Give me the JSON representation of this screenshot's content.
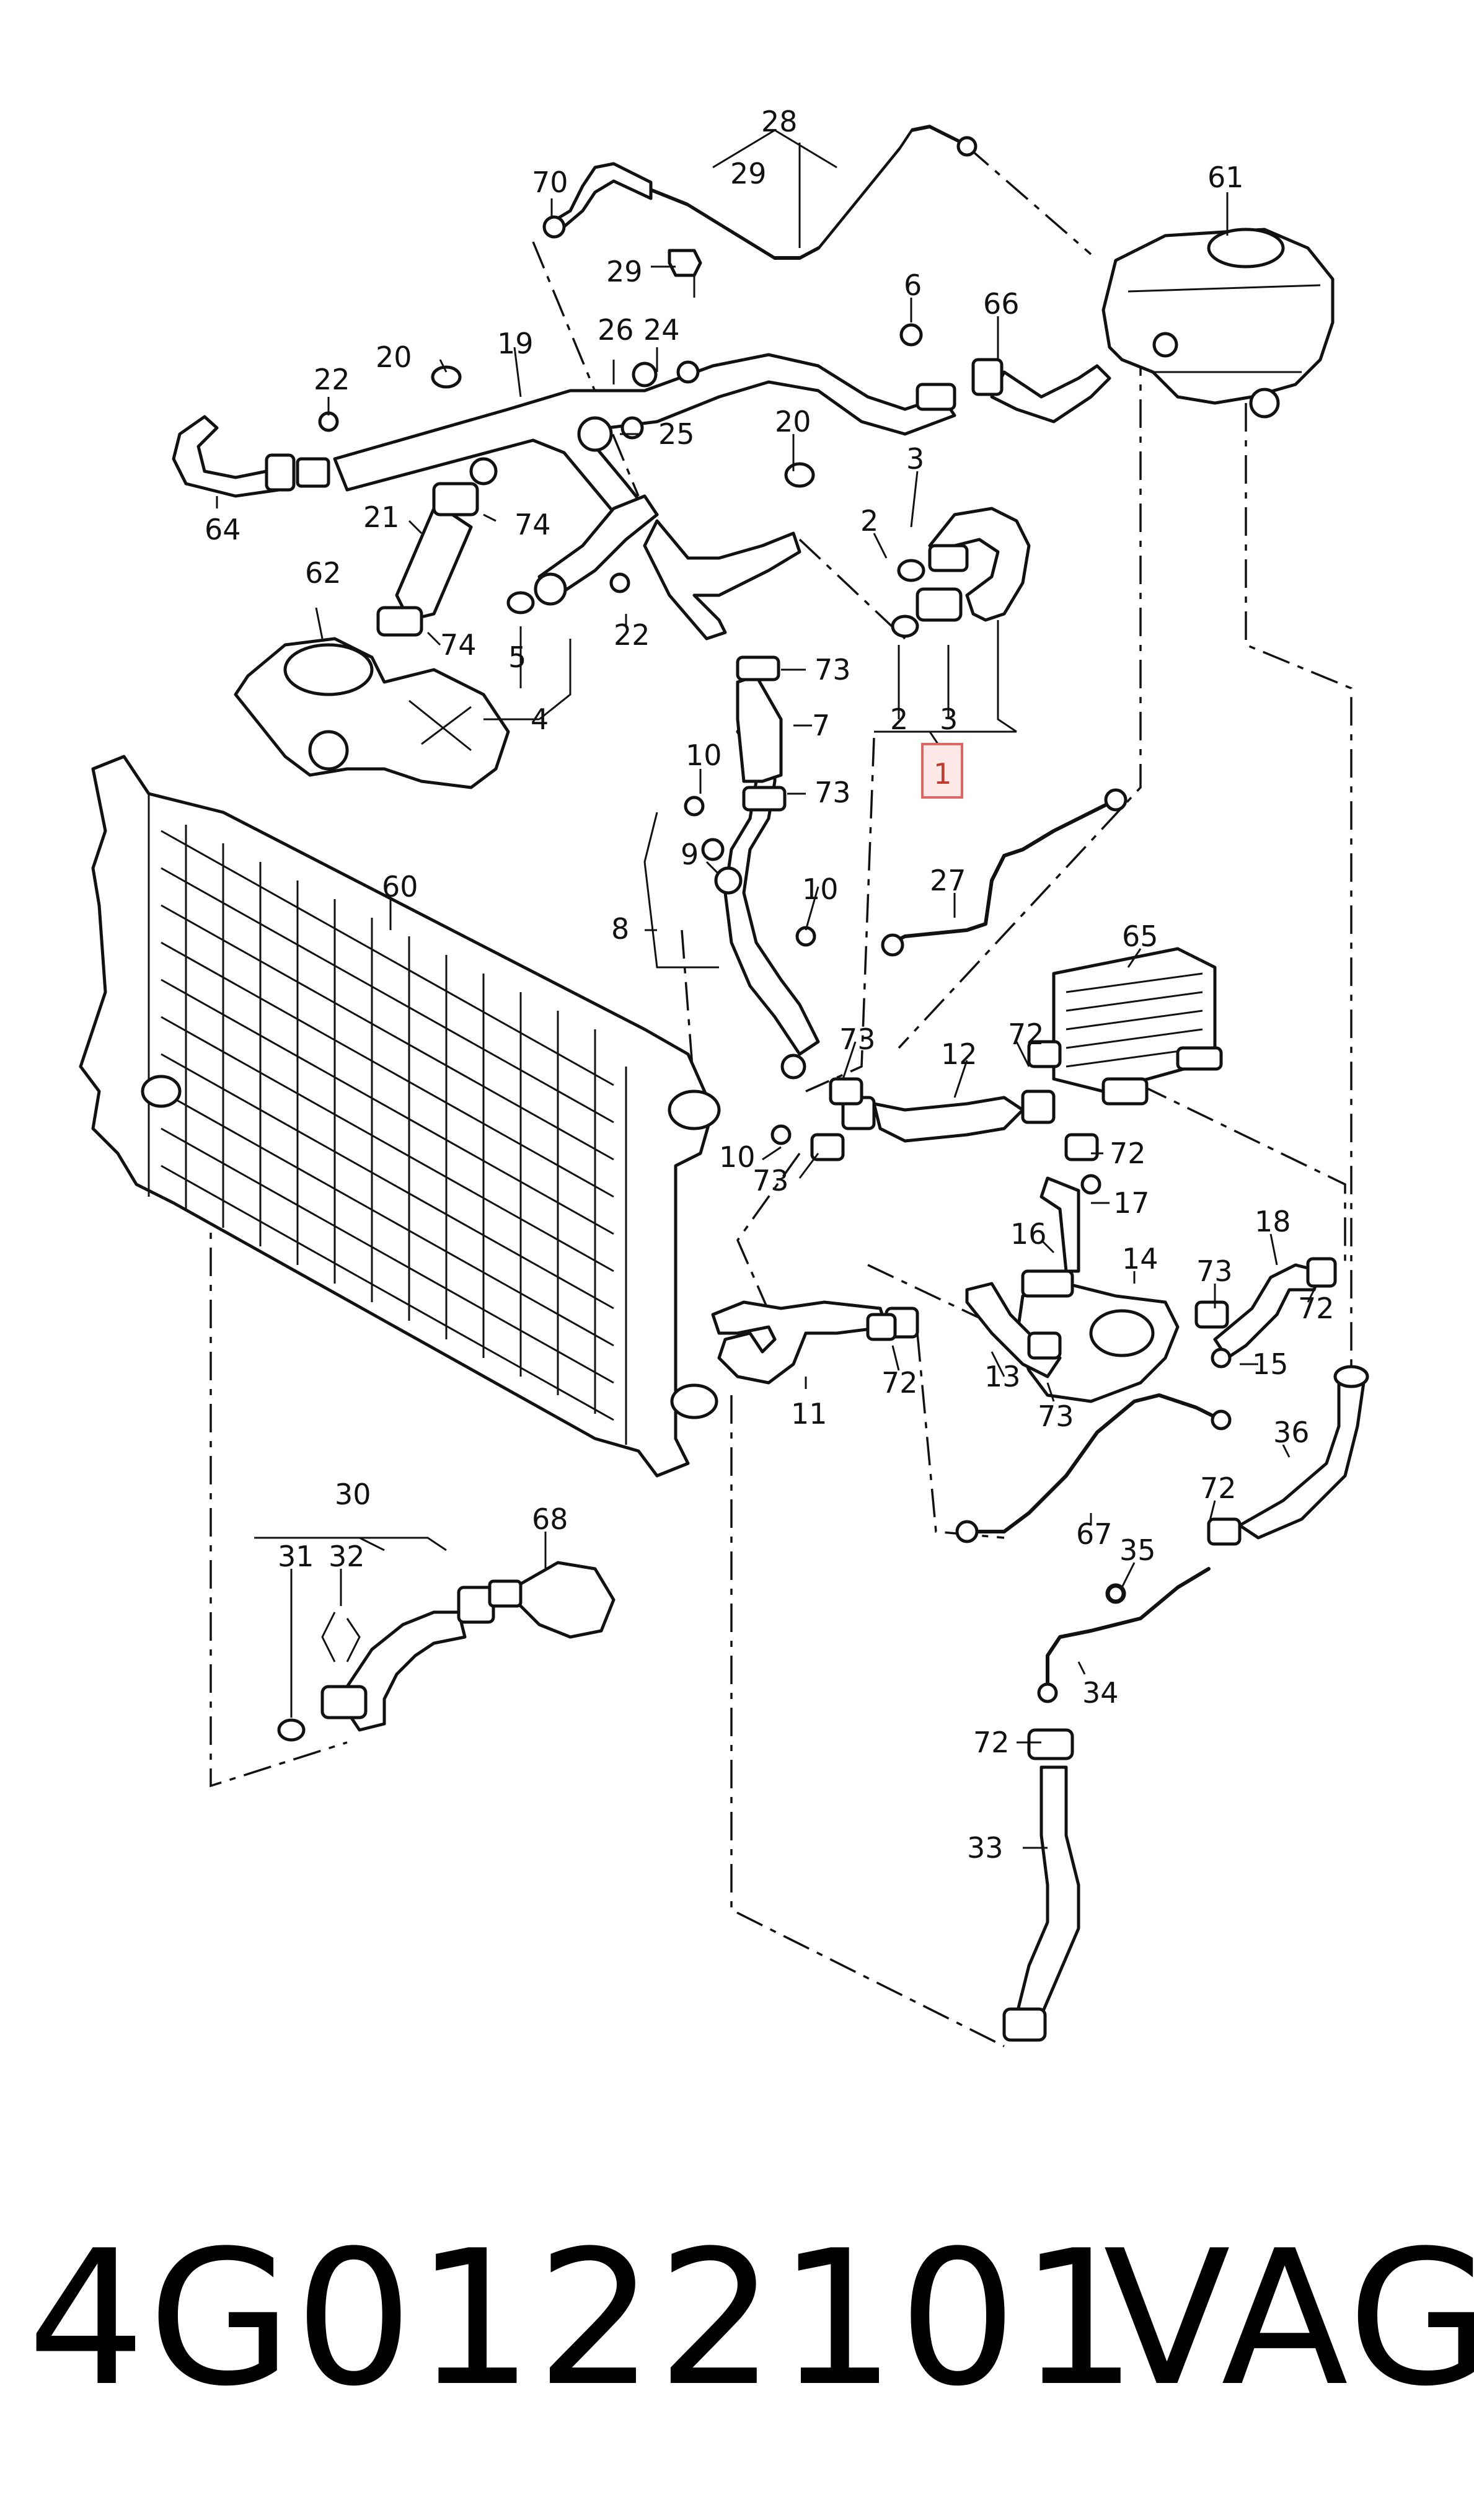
{
  "callouts": {
    "c28": "28",
    "c29a": "29",
    "c70": "70",
    "c29b": "29",
    "c61": "61",
    "c6": "6",
    "c66": "66",
    "c26": "26",
    "c24": "24",
    "c25": "25",
    "c19": "19",
    "c20a": "20",
    "c22a": "22",
    "c64": "64",
    "c20b": "20",
    "c3a": "3",
    "c2a": "2",
    "c21": "21",
    "c74a": "74",
    "c62": "62",
    "c74b": "74",
    "c5": "5",
    "c22b": "22",
    "c4": "4",
    "c73a": "73",
    "c2b": "2",
    "c3b": "3",
    "c1": "1",
    "c7": "7",
    "c10a": "10",
    "c73b": "73",
    "c9": "9",
    "c8": "8",
    "c10b": "10",
    "c27": "27",
    "c60": "60",
    "c65": "65",
    "c73c": "73",
    "c72a": "72",
    "c12": "12",
    "c10c": "10",
    "c73d": "73",
    "c72b": "72",
    "c17": "17",
    "c16": "16",
    "c14": "14",
    "c18": "18",
    "c73e": "73",
    "c72c": "72",
    "c15": "15",
    "c13": "13",
    "c73f": "73",
    "c11": "11",
    "c72d": "72",
    "c36": "36",
    "c30": "30",
    "c31": "31",
    "c32": "32",
    "c68": "68",
    "c67": "67",
    "c72e": "72",
    "c35": "35",
    "c34": "34",
    "c72f": "72",
    "c33": "33"
  },
  "footer": {
    "part_number": "4G0122101",
    "brand": "VAG"
  },
  "colors": {
    "highlight_border": "#e06666",
    "highlight_fill": "#fde8e8",
    "ink": "#111111"
  }
}
